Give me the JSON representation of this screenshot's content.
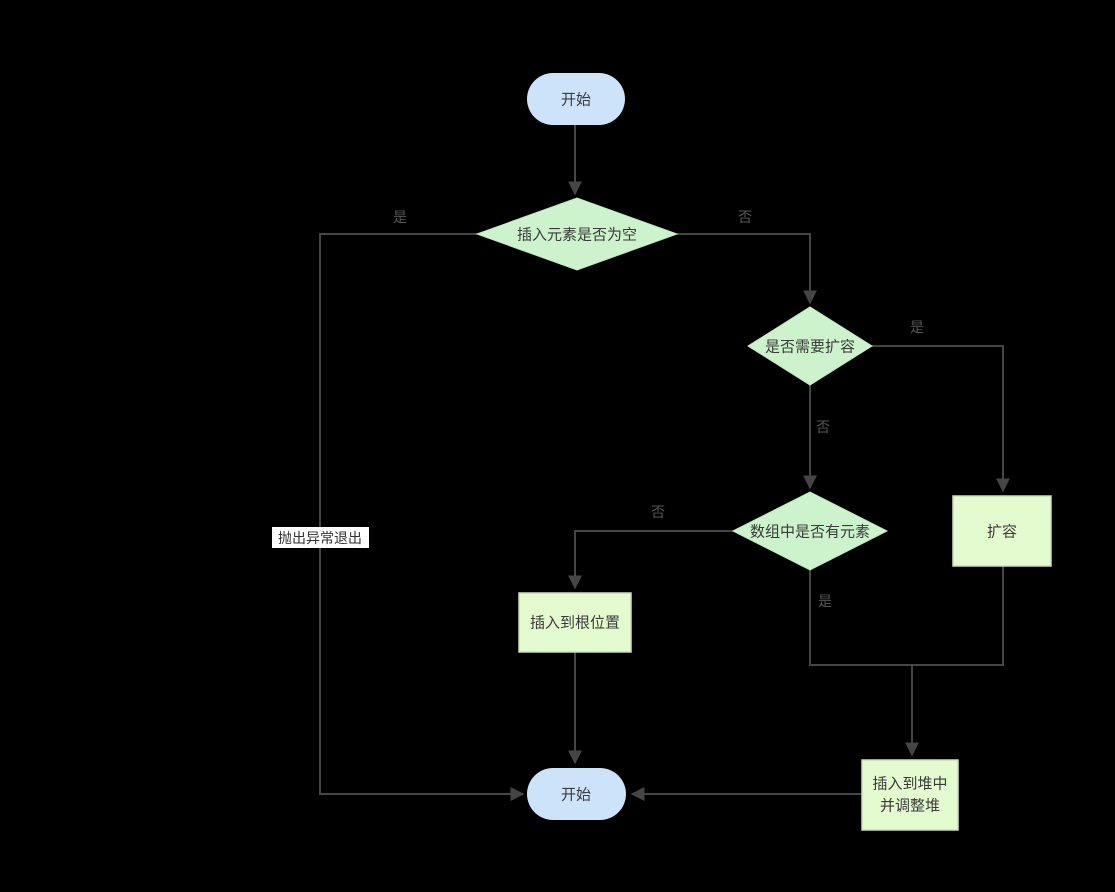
{
  "diagram": {
    "type": "flowchart",
    "background": "#000000",
    "colors": {
      "terminal_fill": "#cce3fa",
      "decision_fill": "#ccf3cc",
      "process_fill": "#e4fbd0",
      "process_stroke": "#ccdbb9",
      "edge_stroke": "#454545",
      "edge_label_text": "#575757",
      "node_text": "#3a3a3a",
      "exception_label_bg": "#ffffff",
      "exception_label_text": "#333333"
    }
  },
  "nodes": {
    "start": {
      "label": "开始"
    },
    "insert_empty_check": {
      "label": "插入元素是否为空"
    },
    "need_expand_check": {
      "label": "是否需要扩容"
    },
    "array_has_elements_check": {
      "label": "数组中是否有元素"
    },
    "expand": {
      "label": "扩容"
    },
    "insert_root": {
      "label": "插入到根位置"
    },
    "insert_heap": {
      "label": "插入到堆中并调整堆",
      "line1": "插入到堆中",
      "line2": "并调整堆"
    },
    "end": {
      "label": "开始"
    }
  },
  "edge_labels": {
    "insert_empty_yes": "是",
    "insert_empty_no": "否",
    "need_expand_yes": "是",
    "need_expand_no": "否",
    "array_has_no": "否",
    "array_has_yes": "是",
    "throw_exception": "抛出异常退出"
  }
}
